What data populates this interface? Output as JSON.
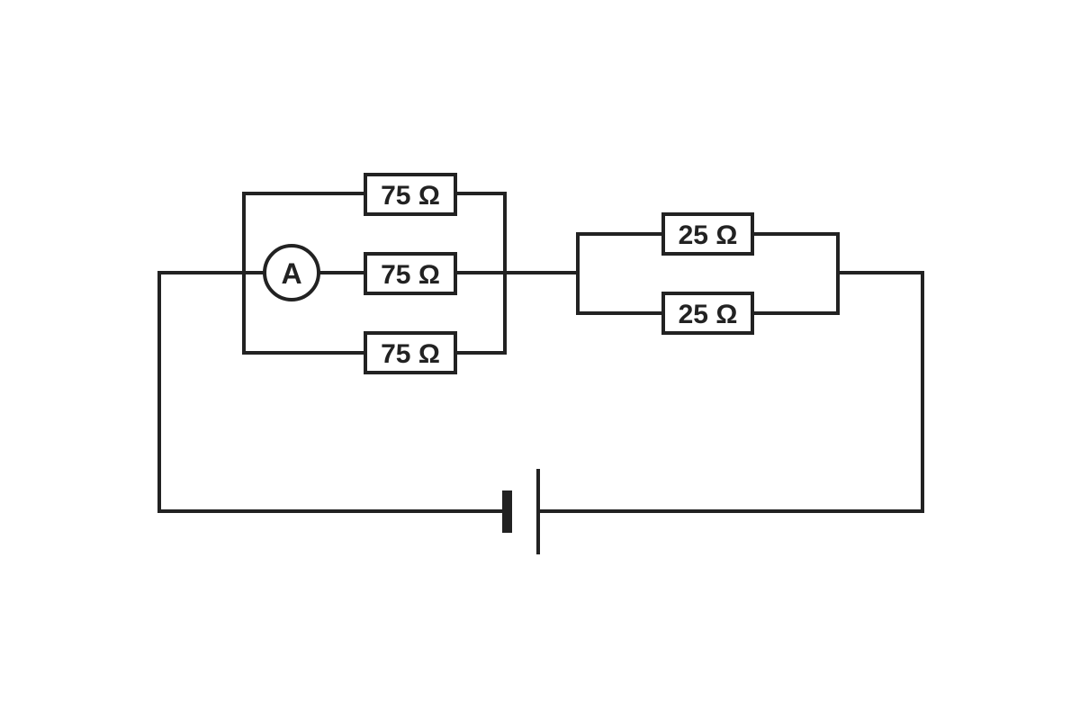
{
  "diagram": {
    "type": "circuit-schematic",
    "line_color": "#222222",
    "background_color": "#ffffff",
    "resistors": [
      {
        "id": "r1",
        "label": "75 Ω",
        "resistance_ohms": 75,
        "group": "left-parallel"
      },
      {
        "id": "r2",
        "label": "75 Ω",
        "resistance_ohms": 75,
        "group": "left-parallel",
        "in_series_with": "ammeter"
      },
      {
        "id": "r3",
        "label": "75 Ω",
        "resistance_ohms": 75,
        "group": "left-parallel"
      },
      {
        "id": "r4",
        "label": "25 Ω",
        "resistance_ohms": 25,
        "group": "right-parallel"
      },
      {
        "id": "r5",
        "label": "25 Ω",
        "resistance_ohms": 25,
        "group": "right-parallel"
      }
    ],
    "ammeter": {
      "label": "A"
    },
    "cell": {
      "symbol": "battery-cell"
    }
  }
}
